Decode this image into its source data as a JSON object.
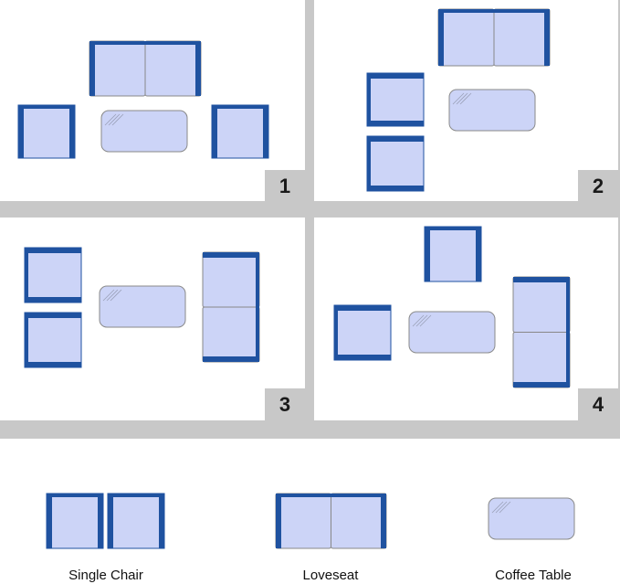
{
  "panels": [
    {
      "number": "1"
    },
    {
      "number": "2"
    },
    {
      "number": "3"
    },
    {
      "number": "4"
    }
  ],
  "legend": {
    "single_chair": "Single Chair",
    "loveseat": "Loveseat",
    "coffee_table": "Coffee Table"
  },
  "colors": {
    "frame": "#1f52a0",
    "cushion": "#ccd4f7",
    "table_fill": "#ccd4f7",
    "table_edge": "#8a8a8a",
    "gray": "#c8c8c8"
  }
}
